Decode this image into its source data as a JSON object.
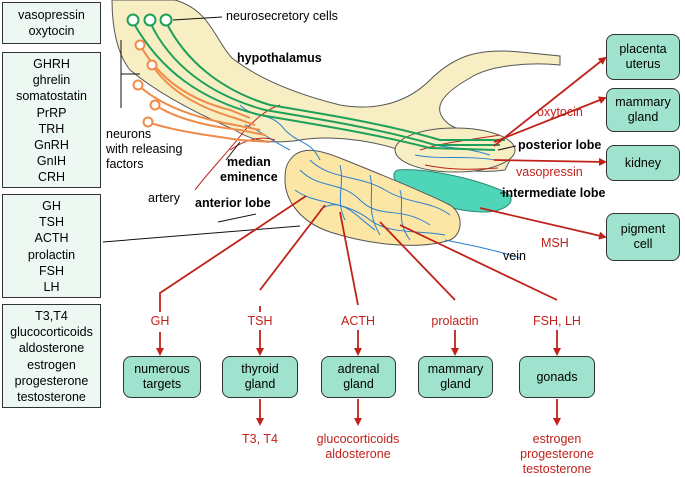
{
  "left_boxes": {
    "posterior_hormones": [
      "vasopressin",
      "oxytocin"
    ],
    "releasing_hormones": [
      "GHRH",
      "ghrelin",
      "somatostatin",
      "PrRP",
      "TRH",
      "GnRH",
      "GnIH",
      "CRH"
    ],
    "anterior_hormones": [
      "GH",
      "TSH",
      "ACTH",
      "prolactin",
      "FSH",
      "LH"
    ],
    "target_hormones": [
      "T3,T4",
      "glucocorticoids",
      "aldosterone",
      "estrogen",
      "progesterone",
      "testosterone"
    ]
  },
  "structures": {
    "neurosecretory_cells": "neurosecretory cells",
    "hypothalamus": "hypothalamus",
    "neurons_releasing": [
      "neurons",
      "with releasing",
      "factors"
    ],
    "median_eminence": [
      "median",
      "eminence"
    ],
    "artery": "artery",
    "anterior_lobe": "anterior lobe",
    "posterior_lobe": "posterior lobe",
    "intermediate_lobe": "intermediate lobe",
    "vein": "vein"
  },
  "posterior_outputs": {
    "oxytocin": "oxytocin",
    "vasopressin": "vasopressin",
    "msh": "MSH"
  },
  "posterior_targets": {
    "placenta_uterus": [
      "placenta",
      "uterus"
    ],
    "mammary_gland": [
      "mammary",
      "gland"
    ],
    "kidney": [
      "kidney"
    ],
    "pigment_cell": [
      "pigment",
      "cell"
    ]
  },
  "anterior_outputs": [
    "GH",
    "TSH",
    "ACTH",
    "prolactin",
    "FSH, LH"
  ],
  "anterior_targets": [
    [
      "numerous",
      "targets"
    ],
    [
      "thyroid",
      "gland"
    ],
    [
      "adrenal",
      "gland"
    ],
    [
      "mammary",
      "gland"
    ],
    [
      "gonads"
    ]
  ],
  "final_products": {
    "thyroid": [
      "T3, T4"
    ],
    "adrenal": [
      "glucocorticoids",
      "aldosterone"
    ],
    "gonads": [
      "estrogen",
      "progesterone",
      "testosterone"
    ]
  },
  "colors": {
    "hormone_arrow": "#c0221a",
    "target_box_fill": "#9fe3cf",
    "list_box_fill": "#eef8f2",
    "tissue_fill": "#f7eec4",
    "anterior_fill": "#fbe6a6",
    "neurosecretory_axons": "#1fa05a",
    "releasing_neurons": "#f08c4a",
    "portal_vessels": "#2a7fd0",
    "intermediate_fill": "#4fd6b8"
  }
}
